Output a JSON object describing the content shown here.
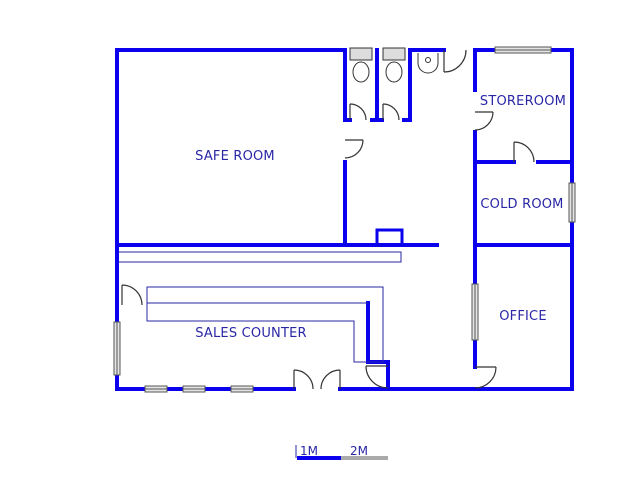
{
  "colors": {
    "wall": "#0a00ee",
    "room_label": "#2a27a6",
    "fixture": "#333333",
    "scale_grey": "#aaaaaa"
  },
  "rooms": {
    "safe_room": "SAFE ROOM",
    "storeroom": "STOREROOM",
    "cold_room": "COLD ROOM",
    "office": "OFFICE",
    "sales_counter": "SALES COUNTER"
  },
  "scale_bar": {
    "label_1": "1M",
    "label_2": "2M"
  }
}
